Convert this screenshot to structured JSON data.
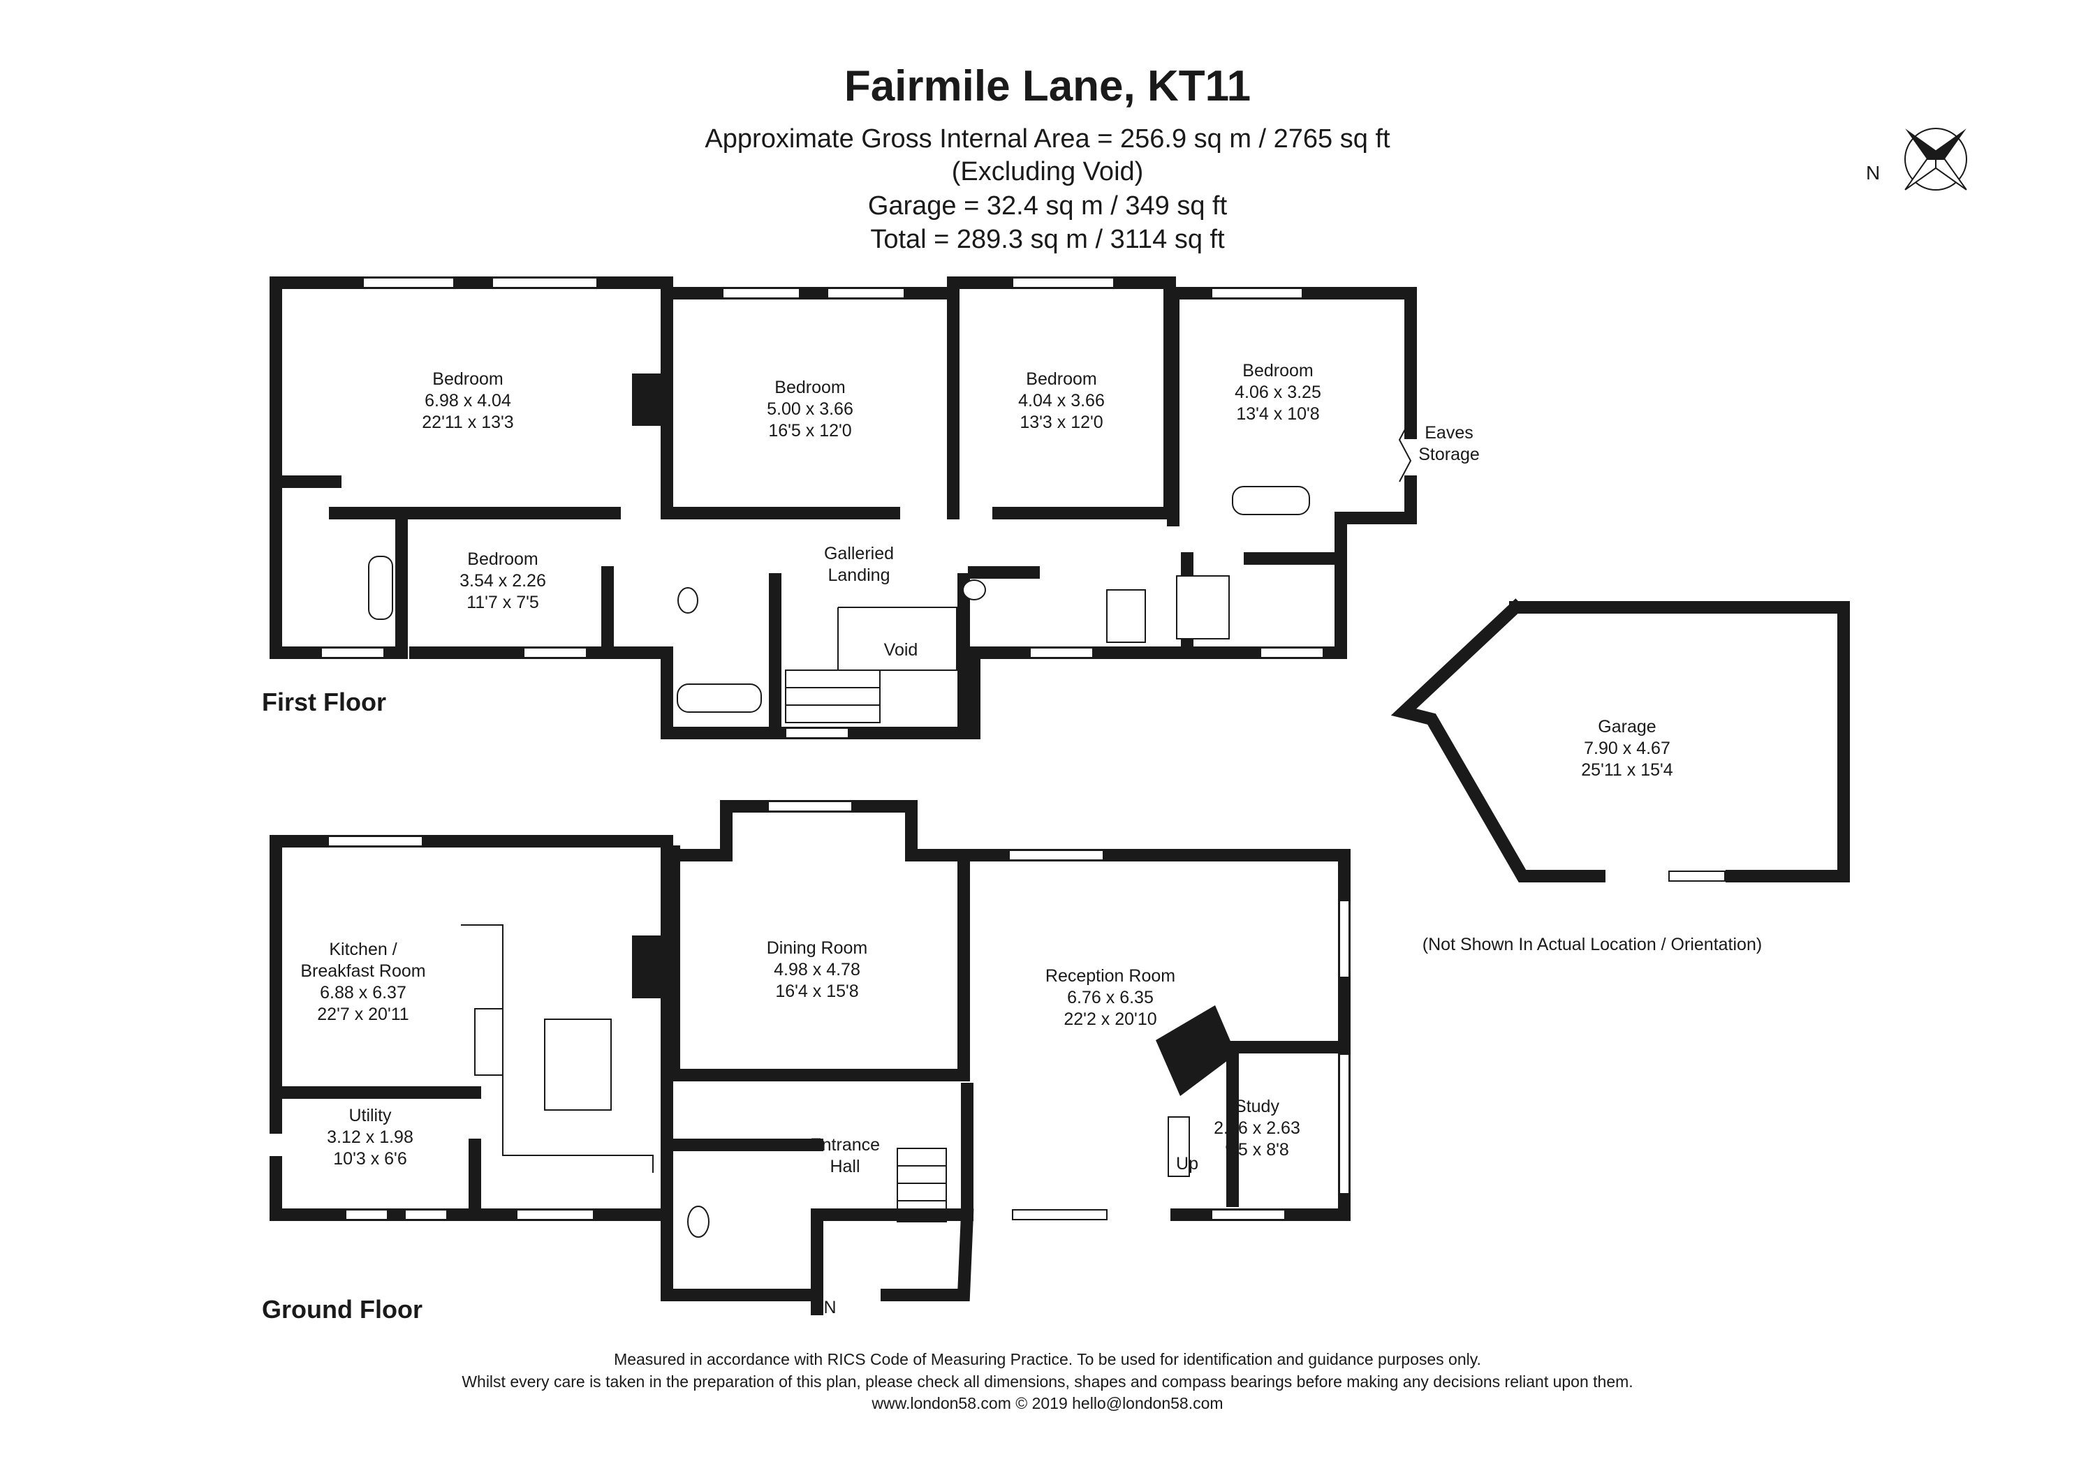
{
  "header": {
    "title": "Fairmile Lane, KT11",
    "area_lines": [
      "Approximate Gross Internal Area = 256.9 sq m / 2765 sq ft",
      "(Excluding Void)",
      "Garage = 32.4 sq m / 349 sq ft",
      "Total = 289.3 sq m / 3114 sq ft"
    ]
  },
  "compass": {
    "label": "N",
    "icon": "compass-icon"
  },
  "floors": {
    "first": "First Floor",
    "ground": "Ground Floor"
  },
  "first_floor_rooms": [
    {
      "name": "Bedroom",
      "metric": "6.98 x 4.04",
      "imperial": "22'11 x 13'3"
    },
    {
      "name": "Bedroom",
      "metric": "5.00 x 3.66",
      "imperial": "16'5 x 12'0"
    },
    {
      "name": "Bedroom",
      "metric": "4.04 x 3.66",
      "imperial": "13'3 x 12'0"
    },
    {
      "name": "Bedroom",
      "metric": "4.06 x 3.25",
      "imperial": "13'4 x 10'8"
    },
    {
      "name": "Bedroom",
      "metric": "3.54 x 2.26",
      "imperial": "11'7 x 7'5"
    }
  ],
  "first_floor_labels": {
    "landing": [
      "Galleried",
      "Landing"
    ],
    "void": "Void",
    "eaves": [
      "Eaves",
      "Storage"
    ]
  },
  "garage": {
    "name": "Garage",
    "metric": "7.90 x 4.67",
    "imperial": "25'11 x 15'4",
    "note": "(Not Shown In Actual Location / Orientation)"
  },
  "ground_floor_rooms": {
    "kitchen": {
      "name_1": "Kitchen /",
      "name_2": "Breakfast Room",
      "metric": "6.88 x 6.37",
      "imperial": "22'7 x 20'11"
    },
    "utility": {
      "name": "Utility",
      "metric": "3.12 x 1.98",
      "imperial": "10'3 x 6'6"
    },
    "dining": {
      "name": "Dining Room",
      "metric": "4.98 x 4.78",
      "imperial": "16'4 x 15'8"
    },
    "reception": {
      "name": "Reception Room",
      "metric": "6.76 x 6.35",
      "imperial": "22'2 x 20'10"
    },
    "study": {
      "name": "Study",
      "metric": "2.86 x 2.63",
      "imperial": "9'5 x 8'8"
    },
    "hall": {
      "name_1": "Entrance",
      "name_2": "Hall"
    }
  },
  "ground_floor_labels": {
    "up": "Up",
    "entry": "IN"
  },
  "footer": [
    "Measured in accordance with RICS Code of Measuring Practice. To be used for identification and guidance purposes only.",
    "Whilst every care is taken in the preparation of this plan, please check all dimensions, shapes and compass bearings before making any decisions reliant upon them.",
    "www.london58.com © 2019 hello@london58.com"
  ]
}
